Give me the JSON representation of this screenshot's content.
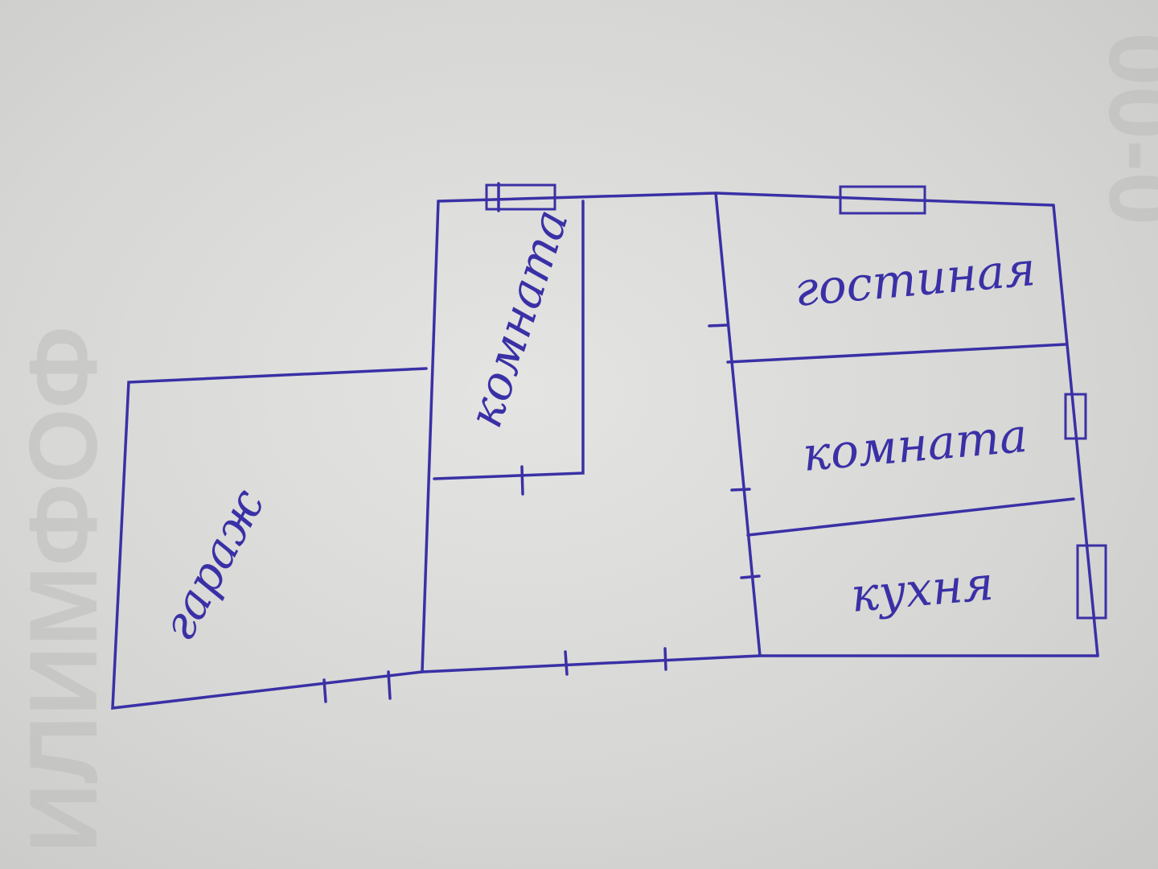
{
  "ink_color": "#3a30a6",
  "paper_color": "#dcdcda",
  "rooms": [
    {
      "label": "гараж"
    },
    {
      "label": "комната"
    },
    {
      "label": "гостиная"
    },
    {
      "label": "комната"
    },
    {
      "label": "кухня"
    }
  ]
}
